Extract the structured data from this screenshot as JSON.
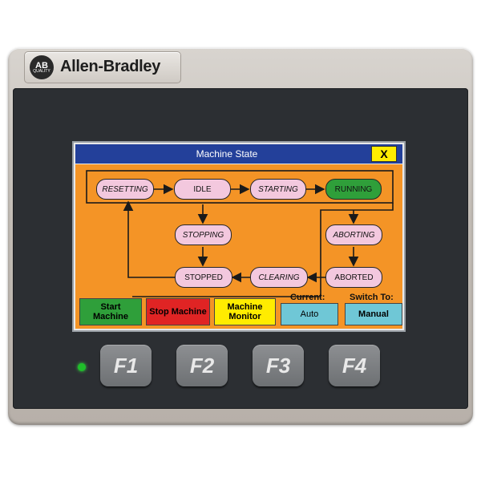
{
  "brand": {
    "logo_text": "AB",
    "logo_sub": "QUALITY",
    "name": "Allen-Bradley"
  },
  "window": {
    "title": "Machine State",
    "close_label": "X"
  },
  "states": {
    "resetting": "RESETTING",
    "idle": "IDLE",
    "starting": "STARTING",
    "running": "RUNNING",
    "stopping": "STOPPING",
    "aborting": "ABORTING",
    "stopped": "STOPPED",
    "clearing": "CLEARING",
    "aborted": "ABORTED"
  },
  "buttons": {
    "start": "Start Machine",
    "stop": "Stop Machine",
    "monitor": "Machine Monitor",
    "auto": "Auto",
    "manual": "Manual"
  },
  "labels": {
    "current": "Current:",
    "switch_to": "Switch To:"
  },
  "function_keys": [
    "F1",
    "F2",
    "F3",
    "F4"
  ],
  "colors": {
    "title_bar": "#23409a",
    "close": "#ffec00",
    "diagram_bg": "#f49426",
    "state_fill": "#f3c8de",
    "running_fill": "#2f9f3a",
    "start_btn": "#2f9f3a",
    "stop_btn": "#e02424",
    "monitor_btn": "#ffec00",
    "mode_btn": "#6fc7d6",
    "led": "#1fbf2a"
  }
}
